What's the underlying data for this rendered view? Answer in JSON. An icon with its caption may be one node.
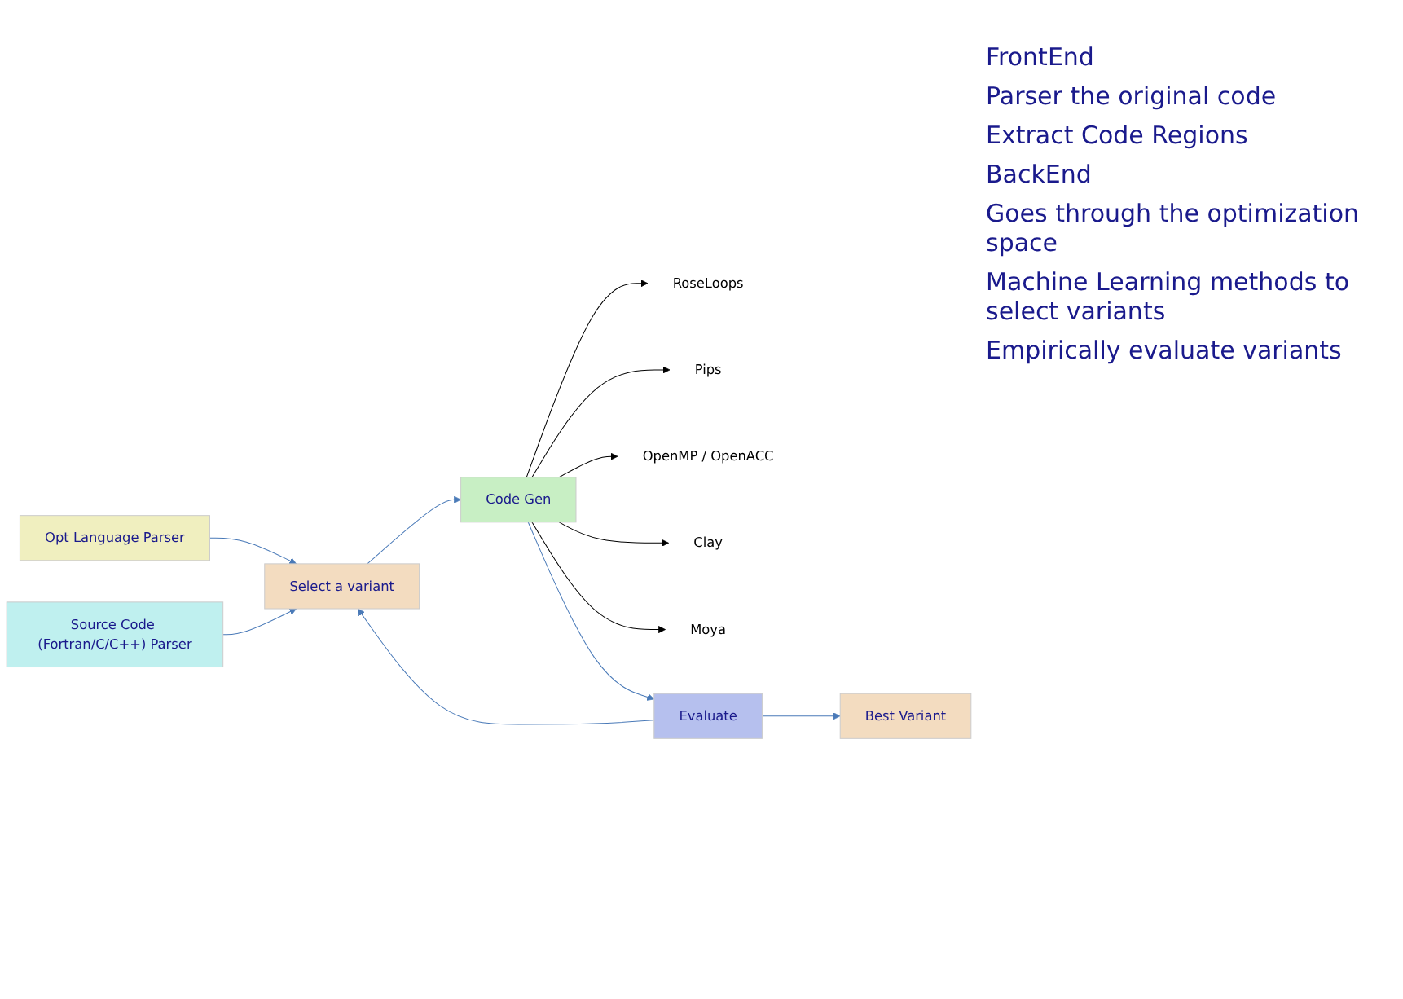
{
  "diagram": {
    "nodes": [
      {
        "text": [
          "Opt Language Parser"
        ]
      },
      {
        "text": [
          "Source Code (Fortran/C/C++) Parser"
        ]
      },
      {
        "text": [
          "Select a variant"
        ]
      },
      {
        "text": [
          "Code Gen"
        ]
      },
      {
        "text": [
          "RoseLoops"
        ]
      },
      {
        "text": [
          "Pips"
        ]
      },
      {
        "text": [
          "OpenMP / OpenACC"
        ]
      },
      {
        "text": [
          "Clay"
        ]
      },
      {
        "text": [
          "Moya"
        ]
      },
      {
        "text": [
          "Evaluate"
        ]
      },
      {
        "text": [
          "Best Variant"
        ]
      }
    ],
    "edges": [
      {
        "from": 0,
        "to": 2,
        "arrow": "to"
      },
      {
        "from": 1,
        "to": 2,
        "arrow": "to"
      },
      {
        "from": 2,
        "to": 3,
        "arrow": "to"
      },
      {
        "from": 3,
        "to": 4,
        "arrow": "to",
        "color": "#000000"
      },
      {
        "from": 3,
        "to": 5,
        "arrow": "to",
        "color": "#000000"
      },
      {
        "from": 3,
        "to": 6,
        "arrow": "to",
        "color": "#000000"
      },
      {
        "from": 3,
        "to": 7,
        "arrow": "to",
        "color": "#000000"
      },
      {
        "from": 3,
        "to": 8,
        "arrow": "to",
        "color": "#000000"
      },
      {
        "from": 3,
        "to": 9,
        "arrow": "to"
      },
      {
        "from": 9,
        "to": 2,
        "arrow": "to"
      },
      {
        "from": 9,
        "to": 10,
        "arrow": "to"
      }
    ],
    "labels": [
      "FrontEnd",
      "Parser the original code",
      "Extract Code Regions",
      "BackEnd",
      "Goes through the optimization space",
      "Machine Learning methods to select variants",
      "Empirically evaluate variants"
    ]
  }
}
